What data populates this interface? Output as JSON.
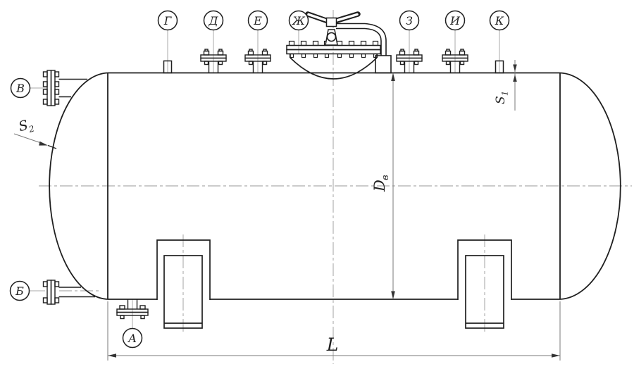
{
  "drawing": {
    "background": "#ffffff",
    "object_line_color": "#1f1f1f",
    "thin_line_color": "#7a7a7a",
    "center_line_color": "#9a9a9a",
    "leader_line_color": "#aaaaaa",
    "nozzle_tags": {
      "a": "А",
      "b": "Б",
      "v": "В",
      "g": "Г",
      "d": "Д",
      "e": "Е",
      "zh": "Ж",
      "z": "З",
      "i": "И",
      "k": "К"
    },
    "dimensions": {
      "length_label": "L",
      "diameter_base": "D",
      "diameter_sub": "в",
      "s1_base": "S",
      "s1_sub": "1",
      "s2_base": "S",
      "s2_sub": "2"
    }
  }
}
